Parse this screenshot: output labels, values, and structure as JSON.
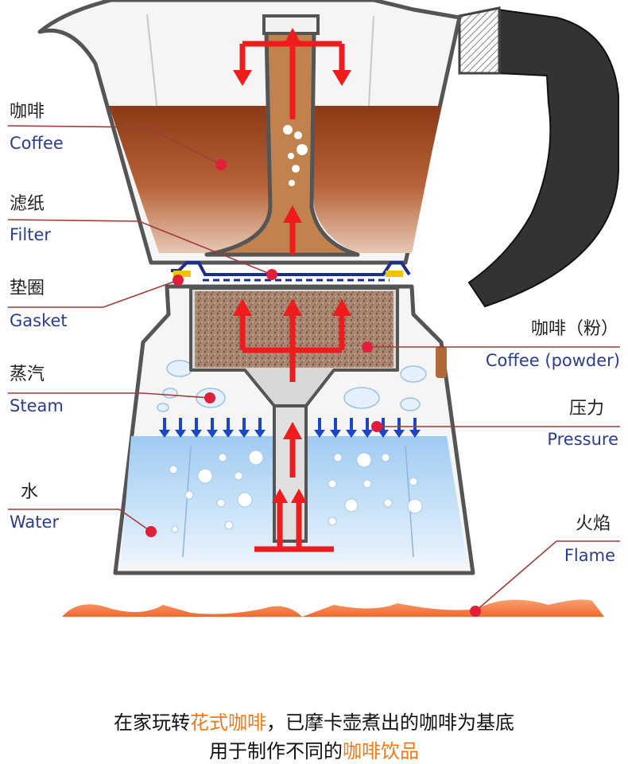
{
  "labels": {
    "coffee": {
      "zh": "咖啡",
      "en": "Coffee"
    },
    "filter": {
      "zh": "滤纸",
      "en": "Filter"
    },
    "gasket": {
      "zh": "垫圈",
      "en": "Gasket"
    },
    "steam": {
      "zh": "蒸汽",
      "en": "Steam"
    },
    "water": {
      "zh": "水",
      "en": "Water"
    },
    "coffee_powder": {
      "zh": "咖啡（粉）",
      "en": "Coffee (powder)"
    },
    "pressure": {
      "zh": "压力",
      "en": "Pressure"
    },
    "flame": {
      "zh": "火焰",
      "en": "Flame"
    }
  },
  "caption": {
    "line1_a": "在家玩转",
    "line1_b": "花式咖啡",
    "line1_c": "，已摩卡壶煮出的咖啡为基底",
    "line2_a": "用于制作不同的",
    "line2_b": "咖啡饮品"
  },
  "colors": {
    "coffee": "#9a4a1c",
    "water": "#bcdcf7",
    "arrow": "#ee1c1c",
    "pressure_arrow": "#1b46c8",
    "leader": "#a23a3a",
    "handle": "#333333",
    "flame": "#f4793b",
    "caption_highlight": "#f07a1a"
  }
}
